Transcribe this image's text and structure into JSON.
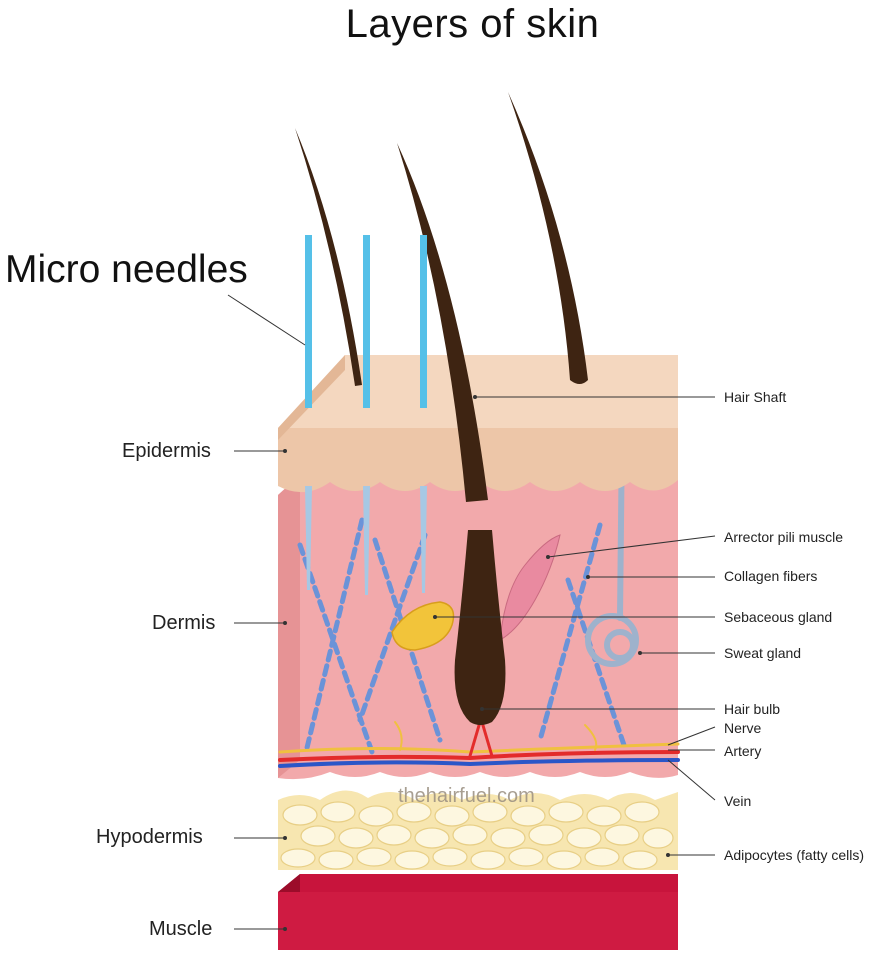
{
  "title": "Layers of skin",
  "labels": {
    "micro_needles": "Micro needles",
    "epidermis": "Epidermis",
    "dermis": "Dermis",
    "hypodermis": "Hypodermis",
    "muscle": "Muscle",
    "hair_shaft": "Hair Shaft",
    "arrector_pili_muscle": "Arrector pili muscle",
    "collagen_fibers": "Collagen fibers",
    "sebaceous_gland": "Sebaceous gland",
    "sweat_gland": "Sweat gland",
    "hair_bulb": "Hair bulb",
    "nerve": "Nerve",
    "artery": "Artery",
    "vein": "Vein",
    "adipocytes": "Adipocytes (fatty cells)"
  },
  "watermark": "thehairfuel.com",
  "colors": {
    "epidermis": "#edc6a8",
    "dermis": "#f2a9ab",
    "hypodermis": "#f7e6b0",
    "muscle": "#c8143c",
    "hair": "#3e2412",
    "needle": "#55c0e8",
    "collagen": "#6b93d8",
    "sebaceous": "#f2c43a",
    "artery": "#e32b2b",
    "vein": "#2b56c8",
    "nerve": "#f0c040"
  }
}
